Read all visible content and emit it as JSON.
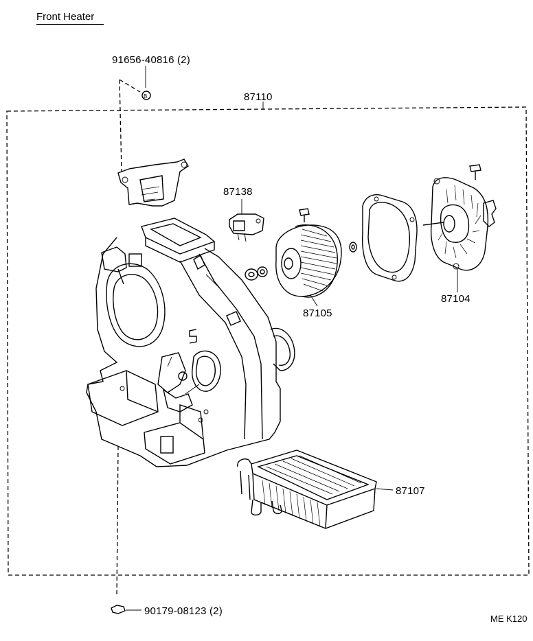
{
  "title": "Front Heater",
  "callouts": {
    "clip_top": "91656-40816 (2)",
    "assembly": "87110",
    "resistor": "87138",
    "fan": "87105",
    "motor": "87104",
    "core": "87107",
    "clip_bottom": "90179-08123 (2)"
  },
  "drawing_code": "ME K120"
}
